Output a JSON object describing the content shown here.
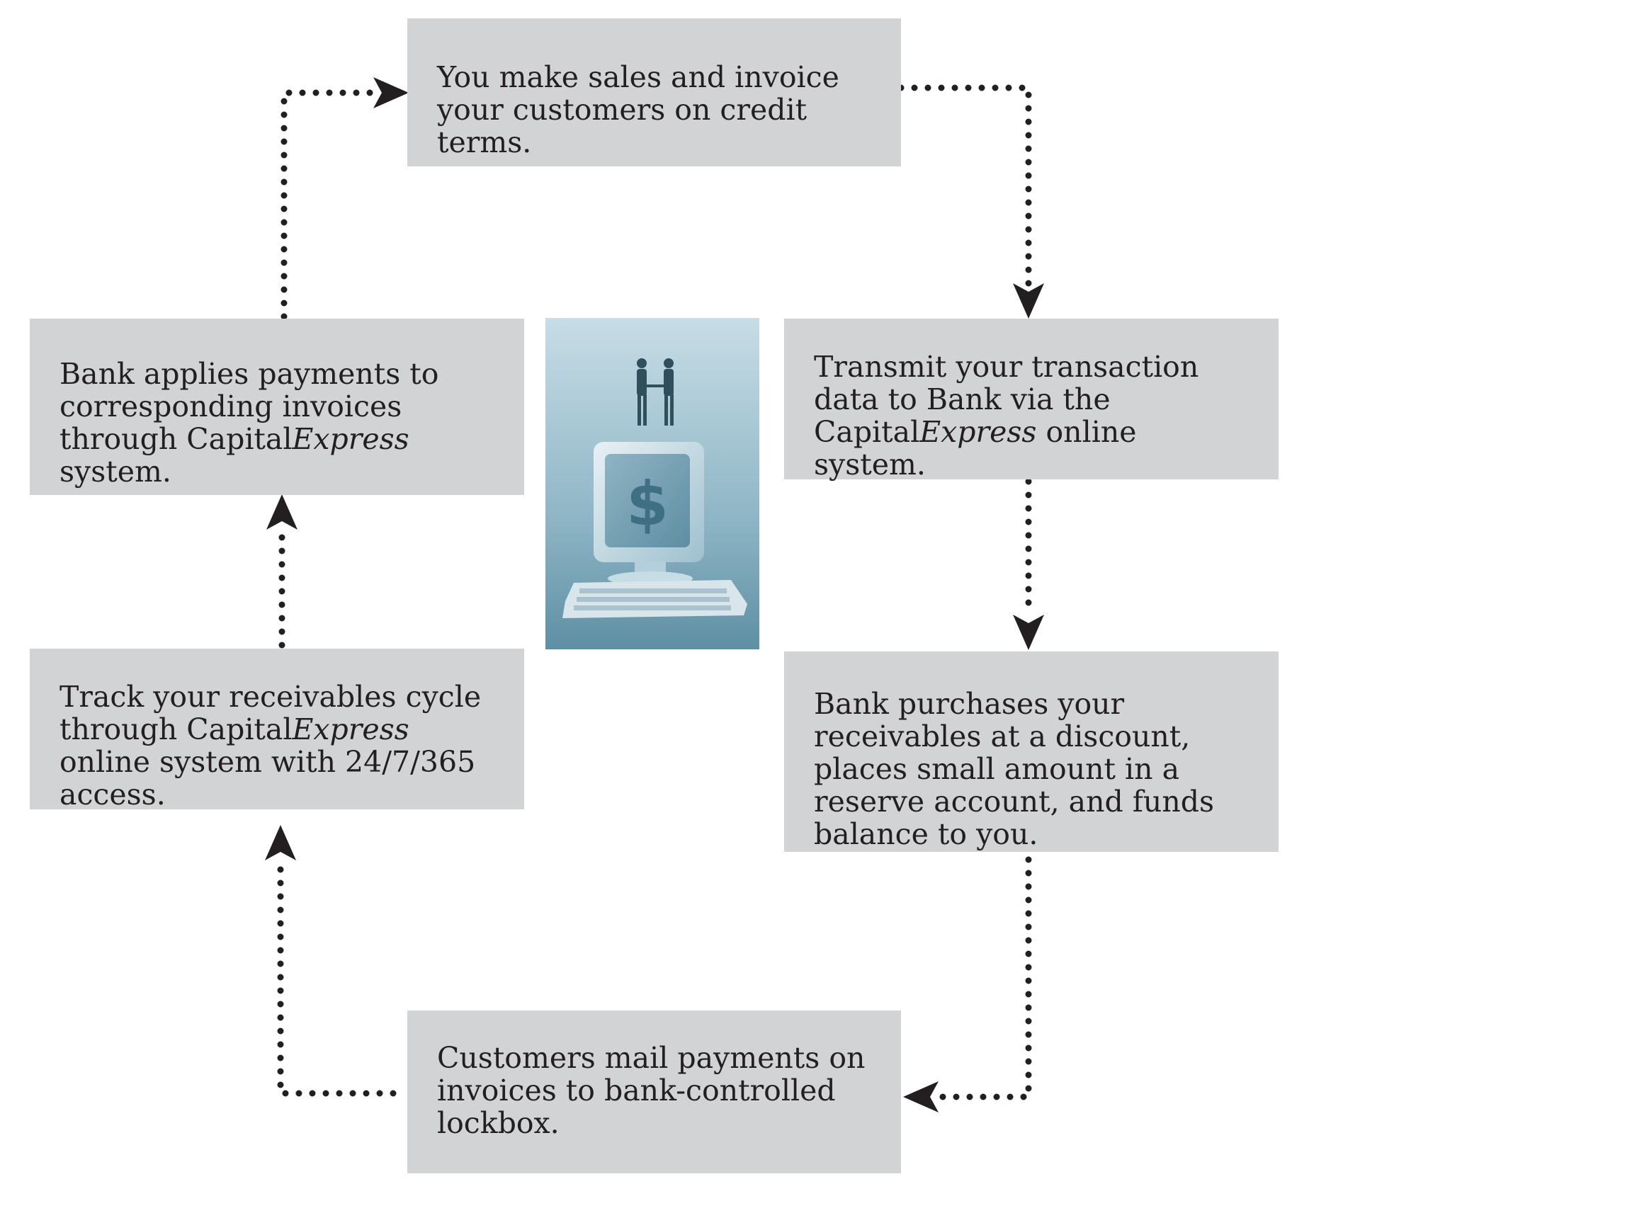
{
  "steps": {
    "sales": {
      "parts": [
        "You make sales and invoice your customers on credit terms."
      ]
    },
    "transmit": {
      "parts": [
        "Transmit your transaction data to Bank via the Capital",
        "Express",
        " online system."
      ]
    },
    "purchase": {
      "parts": [
        "Bank purchases your receivables at a discount, places small amount in a reserve account, and funds balance to you."
      ]
    },
    "mail": {
      "parts": [
        "Customers mail payments on invoices to bank-controlled lockbox."
      ]
    },
    "track": {
      "parts": [
        "Track your receivables cycle through Capital",
        "Express",
        " online system with 24/7/365 access."
      ]
    },
    "apply": {
      "parts": [
        "Bank applies payments to corresponding invoices through Capital",
        "Express",
        " system."
      ]
    }
  },
  "illustration": {
    "symbol": "$",
    "icon": "handshake-on-computer"
  },
  "colors": {
    "box": "#d2d3d5",
    "text": "#231f20",
    "dots": "#231f20",
    "photo_dark": "#4a7a8c",
    "photo_light": "#dbe8ee"
  }
}
